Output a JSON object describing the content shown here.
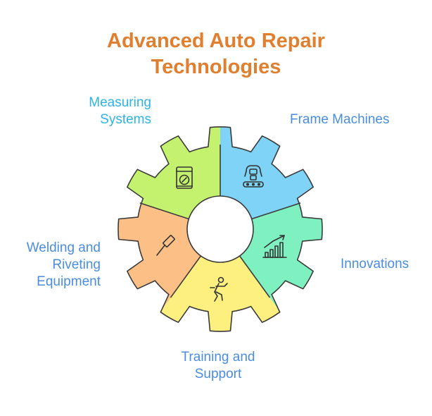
{
  "title": {
    "line1": "Advanced Auto Repair",
    "line2": "Technologies"
  },
  "segments": [
    {
      "id": "measuring",
      "lines": [
        "Measuring",
        "Systems"
      ],
      "icon": "gauge-icon",
      "fill": "#7fd3f7",
      "label_color": "#2fb3e6"
    },
    {
      "id": "frame",
      "lines": [
        "Frame Machines"
      ],
      "icon": "robot-arm-icon",
      "fill": "#7ff0c0",
      "label_color": "#4a8de0"
    },
    {
      "id": "innovations",
      "lines": [
        "Innovations"
      ],
      "icon": "growth-chart-icon",
      "fill": "#fdf07e",
      "label_color": "#4a8de0"
    },
    {
      "id": "training",
      "lines": [
        "Training and",
        "Support"
      ],
      "icon": "trainer-icon",
      "fill": "#fcbf86",
      "label_color": "#4a8de0"
    },
    {
      "id": "welding",
      "lines": [
        "Welding and",
        "Riveting",
        "Equipment"
      ],
      "icon": "hammer-icon",
      "fill": "#c5f26e",
      "label_color": "#4a8de0"
    }
  ],
  "colors": {
    "title": "#e07f2f",
    "outline": "#3a3a3a",
    "hub": "#ffffff"
  }
}
